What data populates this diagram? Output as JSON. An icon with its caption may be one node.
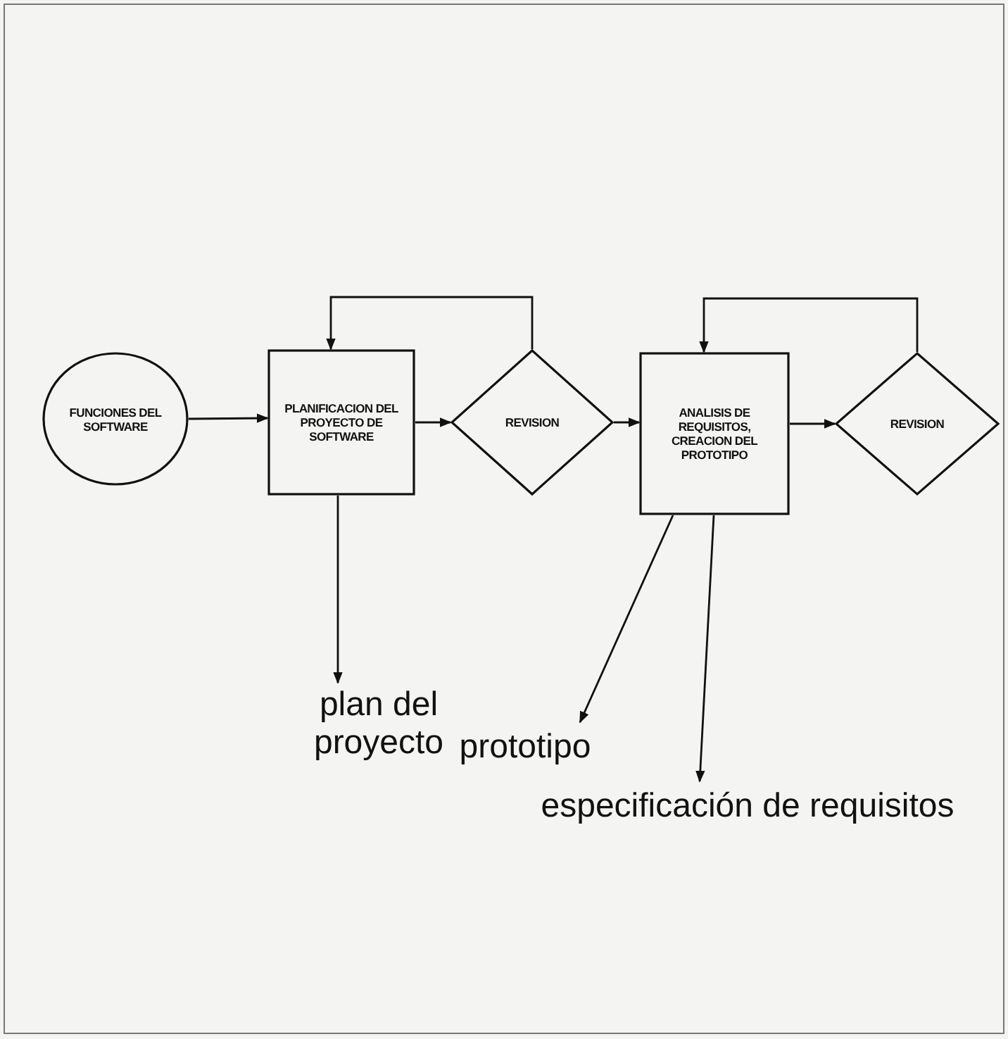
{
  "diagram": {
    "nodes": [
      {
        "text": [
          "FUNCIONES DEL SOFTWARE"
        ]
      },
      {
        "text": [
          "PLANIFICACION DEL PROYECTO DE SOFTWARE"
        ]
      },
      {
        "text": [
          "REVISION"
        ]
      },
      {
        "text": [
          "ANALISIS DE REQUISITOS, CREACION DEL PROTOTIPO"
        ]
      },
      {
        "text": [
          "REVISION"
        ]
      },
      {
        "text": [
          "plan del proyecto"
        ]
      },
      {
        "text": [
          "prototipo"
        ]
      },
      {
        "text": [
          "especificación de requisitos"
        ]
      }
    ],
    "edges": [
      {
        "from": 0,
        "to": 1,
        "arrow": "to"
      },
      {
        "from": 1,
        "to": 2,
        "arrow": "to"
      },
      {
        "from": 2,
        "to": 3,
        "arrow": "to"
      },
      {
        "from": 3,
        "to": 4,
        "arrow": "to"
      },
      {
        "from": 2,
        "to": 1,
        "arrow": "to"
      },
      {
        "from": 4,
        "to": 3,
        "arrow": "to"
      },
      {
        "from": 1,
        "to": 5,
        "arrow": "to"
      },
      {
        "from": 3,
        "to": 6,
        "arrow": "to"
      },
      {
        "from": 3,
        "to": 7,
        "arrow": "to"
      }
    ]
  }
}
